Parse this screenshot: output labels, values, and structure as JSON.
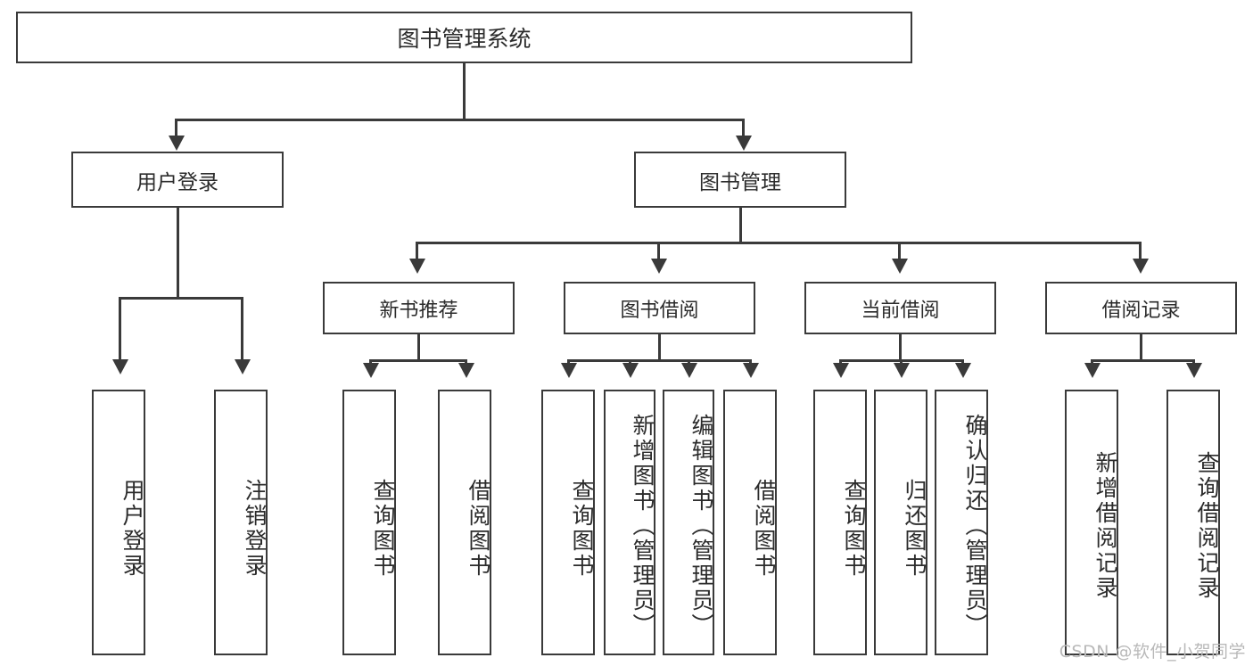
{
  "diagram": {
    "title": "图书管理系统",
    "type": "tree-hierarchy-diagram",
    "colors": {
      "stroke": "#3a3a3a",
      "background": "#ffffff",
      "text": "#2b2b2b",
      "watermark": "#b9b9b9"
    },
    "root": {
      "label": "图书管理系统"
    },
    "level1": [
      {
        "label": "用户登录"
      },
      {
        "label": "图书管理"
      }
    ],
    "level2": [
      {
        "label": "新书推荐"
      },
      {
        "label": "图书借阅"
      },
      {
        "label": "当前借阅"
      },
      {
        "label": "借阅记录"
      }
    ],
    "leaves": {
      "user_login": [
        {
          "label": "用户登录"
        },
        {
          "label": "注销登录"
        }
      ],
      "new_book_recommend": [
        {
          "label": "查询图书"
        },
        {
          "label": "借阅图书"
        }
      ],
      "book_borrow": [
        {
          "label": "查询图书"
        },
        {
          "label": "新增图书（管理员）"
        },
        {
          "label": "编辑图书（管理员）"
        },
        {
          "label": "借阅图书"
        }
      ],
      "current_borrow": [
        {
          "label": "查询图书"
        },
        {
          "label": "归还图书"
        },
        {
          "label": "确认归还（管理员）"
        }
      ],
      "borrow_record": [
        {
          "label": "新增借阅记录"
        },
        {
          "label": "查询借阅记录"
        }
      ]
    }
  },
  "watermark": {
    "text": "CSDN @软件_小贺同学"
  }
}
